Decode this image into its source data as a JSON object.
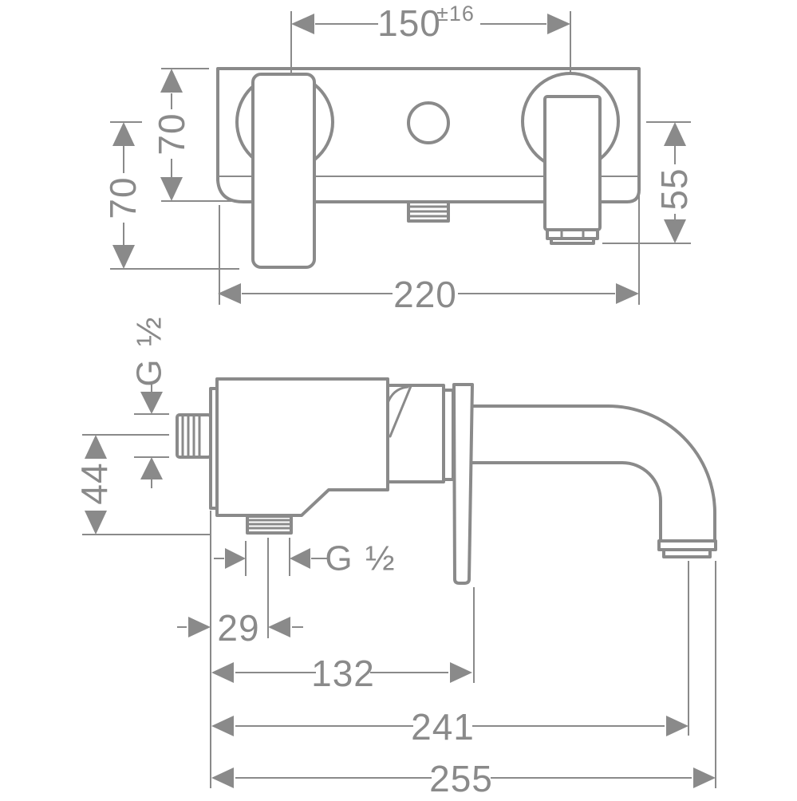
{
  "colors": {
    "line": "#8a8a8a",
    "text": "#8a8a8a",
    "background": "#ffffff"
  },
  "labels": {
    "front": {
      "connection_spacing": "150",
      "connection_spacing_tolerance": "±16",
      "body_height": "70",
      "center_to_handle_end": "70",
      "center_to_spout_outlet": "55",
      "body_width": "220"
    },
    "side": {
      "supply_thread": "G ½",
      "outlet_thread": "G ½",
      "supply_to_outlet_drop": "44",
      "wall_to_outlet_center": "29",
      "wall_to_handle": "132",
      "wall_to_spout_center": "241",
      "wall_to_spout_end": "255"
    }
  }
}
